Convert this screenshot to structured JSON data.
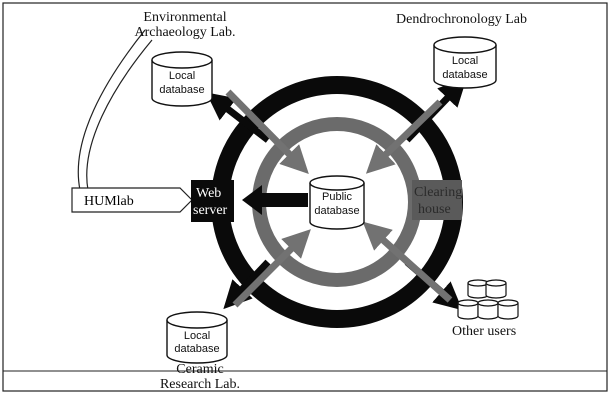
{
  "labs": {
    "environmental": "Environmental\nArchaeology Lab.",
    "dendro": "Dendrochronology Lab",
    "ceramic": "Ceramic\nResearch Lab."
  },
  "databases": {
    "local_line1": "Local",
    "local_line2": "database",
    "public_line1": "Public",
    "public_line2": "database"
  },
  "nodes": {
    "humlab": "HUMlab",
    "web_server_line1": "Web",
    "web_server_line2": "server",
    "clearing_line1": "Clearing",
    "clearing_line2": "house",
    "other_users": "Other users"
  },
  "colors": {
    "outer_ring": "#0a0a0a",
    "inner_ring": "#6b6b6b",
    "arrow_gray": "#707070",
    "clearing_box": "#5a5a5a"
  }
}
